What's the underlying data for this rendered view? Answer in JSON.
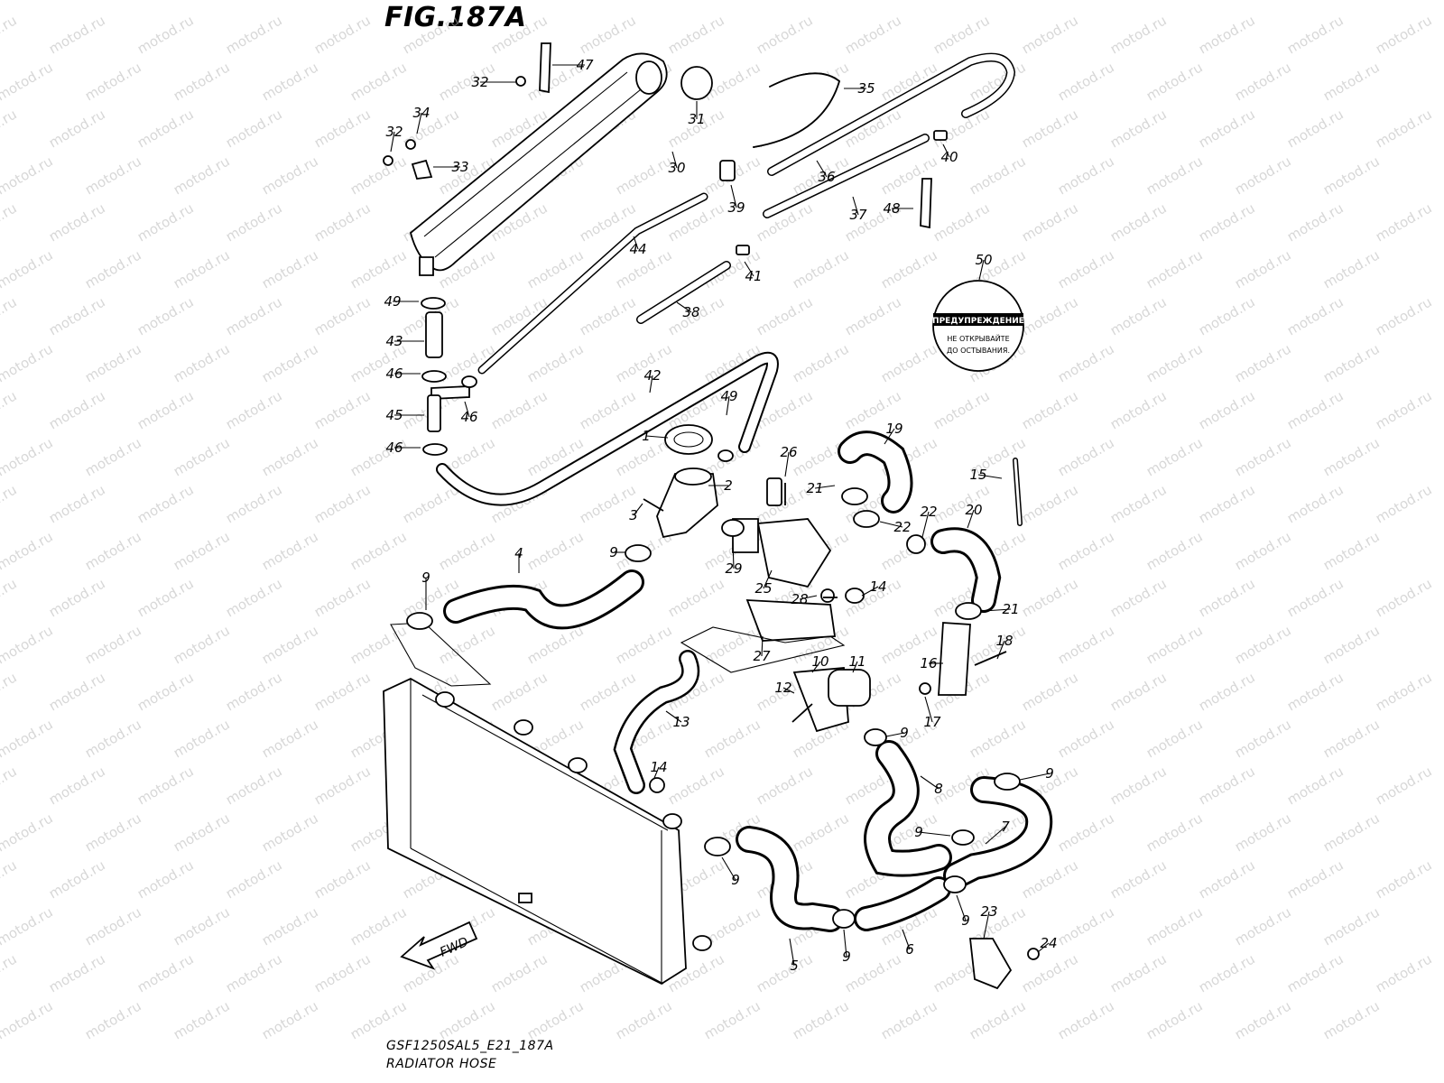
{
  "figure": {
    "title": "FIG.187A",
    "model_code": "GSF1250SAL5_E21_187A",
    "section_name": "RADIATOR HOSE"
  },
  "watermark": {
    "text": "motod.ru"
  },
  "fwd_arrow": {
    "label": "FWD"
  },
  "warning_label": {
    "heading": "ПРЕДУПРЕЖДЕНИЕ",
    "line1": "НЕ ОТКРЫВАЙТЕ",
    "line2": "ДО ОСТЫВАНИЯ."
  },
  "callouts": [
    "1",
    "2",
    "3",
    "4",
    "5",
    "6",
    "7",
    "8",
    "9",
    "10",
    "11",
    "12",
    "13",
    "14",
    "15",
    "16",
    "17",
    "18",
    "19",
    "20",
    "21",
    "22",
    "23",
    "24",
    "25",
    "26",
    "27",
    "28",
    "29",
    "30",
    "31",
    "32",
    "33",
    "34",
    "35",
    "36",
    "37",
    "38",
    "39",
    "40",
    "41",
    "42",
    "43",
    "44",
    "45",
    "46",
    "47",
    "48",
    "49",
    "50"
  ],
  "colors": {
    "line": "#000000",
    "paper": "#ffffff",
    "watermark": "#b8b8b8"
  }
}
